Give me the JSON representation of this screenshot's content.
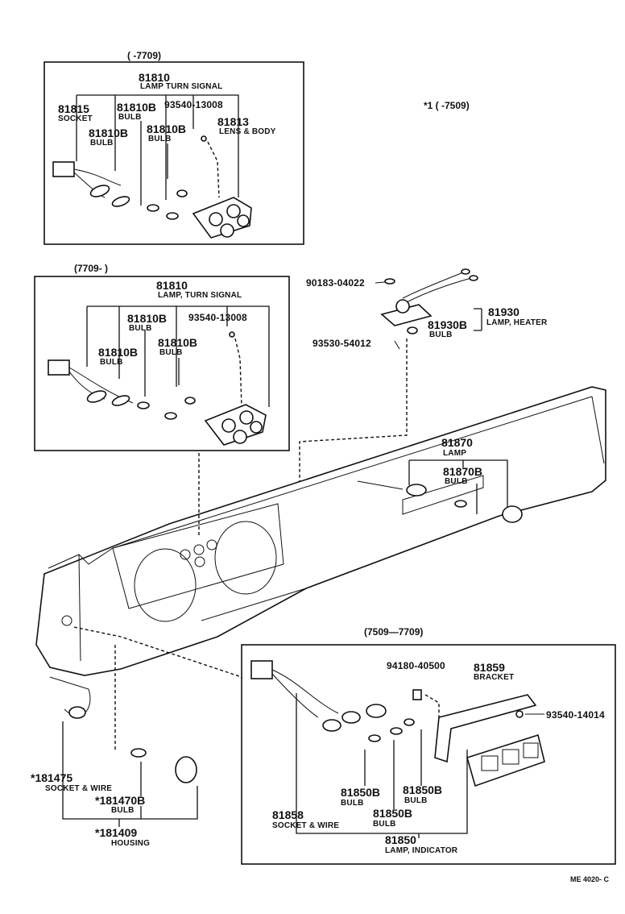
{
  "boxes": {
    "top": {
      "header": "(    -7709)",
      "lamp_turn_signal": {
        "pn": "81810",
        "desc": "LAMP  TURN SIGNAL"
      },
      "socket": {
        "pn": "81815",
        "desc": "SOCKET"
      },
      "bulb_a": {
        "pn": "81810B",
        "desc": "BULB"
      },
      "bulb_b": {
        "pn": "81810B",
        "desc": "BULB"
      },
      "bulb_c": {
        "pn": "81810B",
        "desc": "BULB"
      },
      "screw": {
        "pn": "93540-13008"
      },
      "lens": {
        "pn": "81813",
        "desc": "LENS & BODY"
      }
    },
    "middle": {
      "header": "(7709-     )",
      "lamp_turn_signal": {
        "pn": "81810",
        "desc": "LAMP, TURN SIGNAL"
      },
      "bulb_a": {
        "pn": "81810B",
        "desc": "BULB"
      },
      "bulb_b": {
        "pn": "81810B",
        "desc": "BULB"
      },
      "bulb_c": {
        "pn": "81810B",
        "desc": "BULB"
      },
      "screw": {
        "pn": "93540-13008"
      }
    },
    "bottom": {
      "header": "(7509—7709)",
      "clip": {
        "pn": "94180-40500"
      },
      "bracket": {
        "pn": "81859",
        "desc": "BRACKET"
      },
      "screw": {
        "pn": "93540-14014"
      },
      "bulb_a": {
        "pn": "81850B",
        "desc": "BULB"
      },
      "bulb_b": {
        "pn": "81850B",
        "desc": "BULB"
      },
      "bulb_c": {
        "pn": "81850B",
        "desc": "BULB"
      },
      "socket_wire": {
        "pn": "81858",
        "desc": "SOCKET & WIRE"
      },
      "lamp_indicator": {
        "pn": "81850",
        "desc": "LAMP, INDICATOR"
      }
    }
  },
  "heater_note": "*1 (    -7509)",
  "heater": {
    "screw_top": {
      "pn": "90183-04022"
    },
    "lamp_heater": {
      "pn": "81930",
      "desc": "LAMP, HEATER"
    },
    "bulb": {
      "pn": "81930B",
      "desc": "BULB"
    },
    "screw_bottom": {
      "pn": "93530-54012"
    }
  },
  "dash_lamp": {
    "lamp": {
      "pn": "81870",
      "desc": "LAMP"
    },
    "bulb": {
      "pn": "81870B",
      "desc": "BULB"
    }
  },
  "left_parts": {
    "socket_wire": {
      "pn": "*181475",
      "desc": "SOCKET & WIRE"
    },
    "bulb": {
      "pn": "*181470B",
      "desc": "BULB"
    },
    "housing": {
      "pn": "*181409",
      "desc": "HOUSING"
    }
  },
  "footer_code": "ME 4020- C"
}
